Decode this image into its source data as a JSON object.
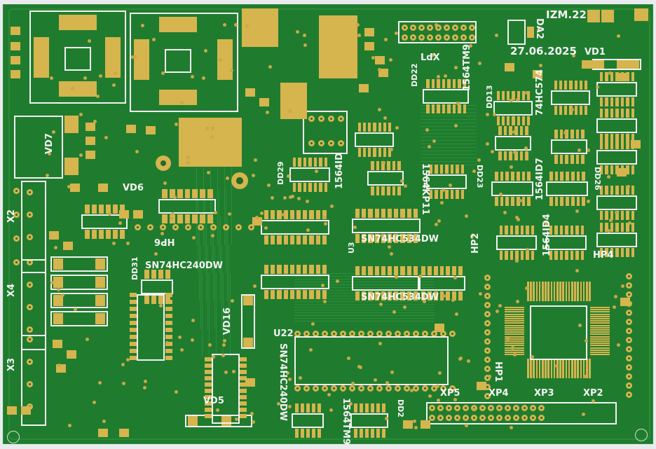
{
  "board": {
    "title": "IZM.22",
    "date": "27.06.2025",
    "colors": {
      "substrate": "#1f7c2e",
      "copper": "#d6b44e",
      "silkscreen": "#f2f2f2",
      "background": "#e9ebee"
    }
  },
  "labels": {
    "da2": "DA2",
    "vd1": "VD1",
    "vd5": "VD5",
    "vd6": "VD6",
    "vd7": "VD7",
    "vd16": "VD16",
    "x2": "X2",
    "x3": "X3",
    "x4": "X4",
    "hp1": "HP1",
    "hp2": "HP2",
    "hp4": "HP4",
    "hp6": "HP6",
    "xp2": "XP2",
    "xp3": "XP3",
    "xp4": "XP4",
    "xp5": "XP5",
    "u3": "U3",
    "u22": "U22",
    "ldx": "LdX",
    "dd13": "DD13",
    "dd22": "DD22",
    "dd23": "DD23",
    "dd26": "DD26",
    "dd29": "DD29",
    "dd31": "DD31",
    "dd_bottom": "DD2",
    "ic_1564tm9_top": "1564TM9",
    "ic_1564tm9_bottom": "1564TM9",
    "ic_74hc": "74HC574",
    "ic_1564id": "1564ID",
    "ic_1564kp11": "1564KP11",
    "ic_1564id7": "1564ID7",
    "ic_1564id4": "1564ID4",
    "ic_sn74hc534dw_1": "SN74HC534DW",
    "ic_sn74hc534dw_2": "SN74HC534DW",
    "ic_sn74hc240dw_1": "SN74HC240DW",
    "ic_sn74hc240dw_2": "SN74HC240DW"
  }
}
